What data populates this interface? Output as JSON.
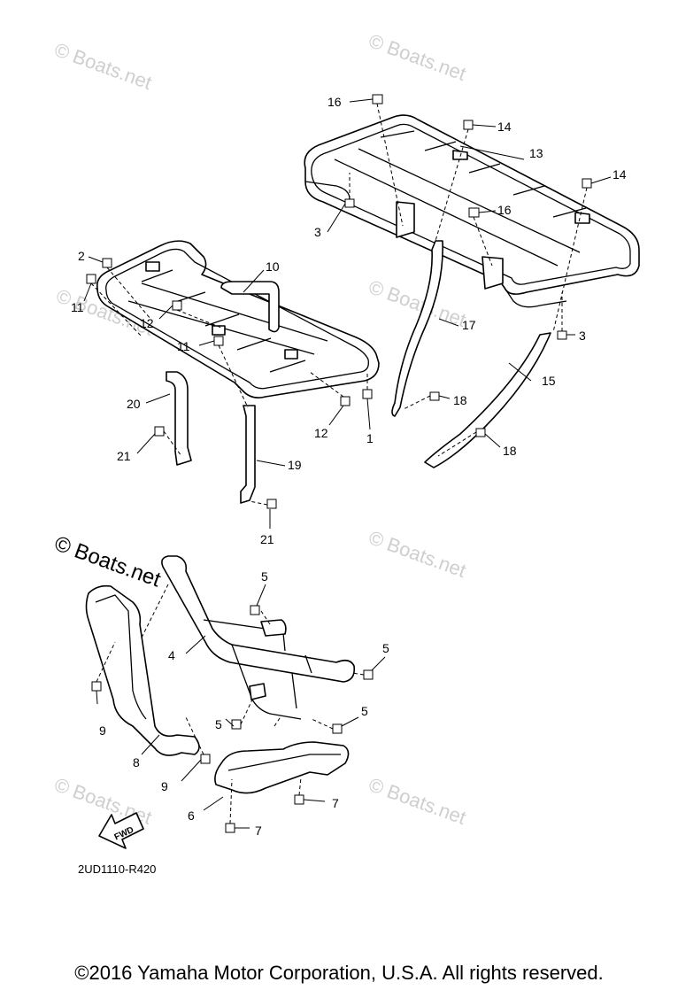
{
  "watermark": {
    "text": "Boats.net",
    "symbol": "©"
  },
  "diagram_code": "2UD1110-R420",
  "fwd_label": "FWD",
  "copyright": "©2016 Yamaha Motor Corporation, U.S.A. All rights reserved.",
  "callouts": {
    "c1": "1",
    "c2": "2",
    "c3a": "3",
    "c3b": "3",
    "c4": "4",
    "c5a": "5",
    "c5b": "5",
    "c5c": "5",
    "c5d": "5",
    "c6": "6",
    "c7a": "7",
    "c7b": "7",
    "c8": "8",
    "c9a": "9",
    "c9b": "9",
    "c10": "10",
    "c11a": "11",
    "c11b": "11",
    "c12a": "12",
    "c12b": "12",
    "c13": "13",
    "c14a": "14",
    "c14b": "14",
    "c15": "15",
    "c16a": "16",
    "c16b": "16",
    "c17": "17",
    "c18a": "18",
    "c18b": "18",
    "c19": "19",
    "c20": "20",
    "c21a": "21",
    "c21b": "21"
  }
}
